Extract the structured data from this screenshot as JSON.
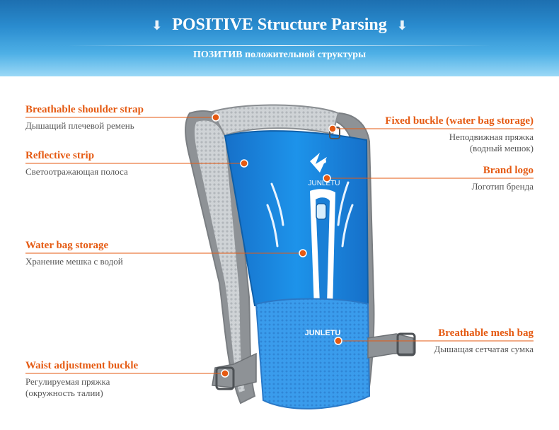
{
  "header": {
    "title": "POSITIVE Structure Parsing",
    "arrow_left": "⬇",
    "arrow_right": "⬇",
    "subtitle": "ПОЗИТИВ положительной структуры"
  },
  "product": {
    "brand_logo_text": "JUNLETU",
    "pocket_brand_text": "JUNLETU",
    "body_color": "#1a8fe3",
    "mesh_color": "#3aa0ee",
    "strap_color": "#9a9a9a"
  },
  "callouts": {
    "shoulder_strap": {
      "title": "Breathable shoulder strap",
      "subtitle": "Дышащий плечевой ремень"
    },
    "reflective_strip": {
      "title": "Reflective strip",
      "subtitle": "Светоотражающая полоса"
    },
    "water_bag_storage": {
      "title": "Water bag storage",
      "subtitle": "Хранение мешка с водой"
    },
    "waist_buckle": {
      "title": "Waist adjustment buckle",
      "subtitle_1": "Регулируемая пряжка",
      "subtitle_2": "(окружность талии)"
    },
    "fixed_buckle": {
      "title": "Fixed buckle (water bag storage)",
      "subtitle_1": "Неподвижная пряжка",
      "subtitle_2": "(водный мешок)"
    },
    "brand_logo": {
      "title": "Brand logo",
      "subtitle": "Логотип бренда"
    },
    "mesh_bag": {
      "title": "Breathable mesh bag",
      "subtitle": "Дышащая сетчатая сумка"
    }
  },
  "colors": {
    "accent": "#e55a12",
    "header_blue": "#2a8ccf"
  }
}
